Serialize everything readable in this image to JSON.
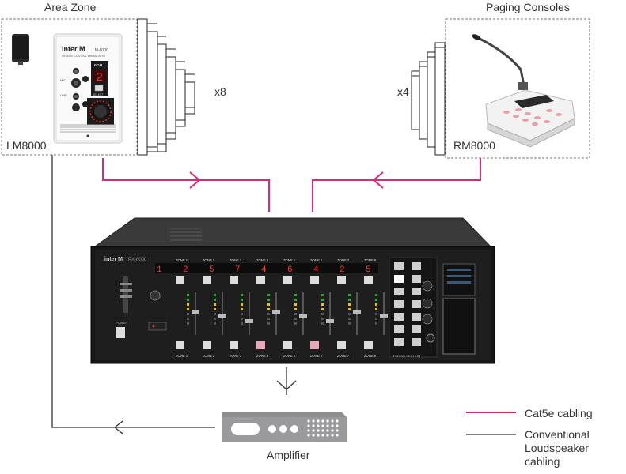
{
  "area_zone": {
    "title": "Area Zone",
    "device_label": "LM8000",
    "multiplier": "x8"
  },
  "paging": {
    "title": "Paging Consoles",
    "device_label": "RM8000",
    "multiplier": "x4"
  },
  "amplifier": {
    "label": "Amplifier"
  },
  "legend": {
    "cat5e": {
      "label": "Cat5e cabling",
      "color": "#e0267a"
    },
    "conventional": {
      "label_lines": [
        "Conventional",
        "Loudspeaker",
        "cabling"
      ],
      "color": "#333333"
    }
  },
  "remote_panel": {
    "brand": "inter M",
    "model": "LM-8000",
    "subtitle": "REMOTE CONTROL with AUDIO IN",
    "bgm": "BGM",
    "mic": "MIC",
    "line": "LINE",
    "select": "SELECT",
    "display": "2"
  },
  "mixer": {
    "brand": "inter M",
    "model": "PX-8000",
    "zones": [
      "ZONE 1",
      "ZONE 2",
      "ZONE 3",
      "ZONE 4",
      "ZONE 5",
      "ZONE 6",
      "ZONE 7",
      "ZONE 8"
    ],
    "digits": [
      "1",
      "2",
      "5",
      "7",
      "4",
      "6",
      "4",
      "2",
      "5"
    ],
    "power": "POWER",
    "paging_section": "PAGING SECTION"
  }
}
